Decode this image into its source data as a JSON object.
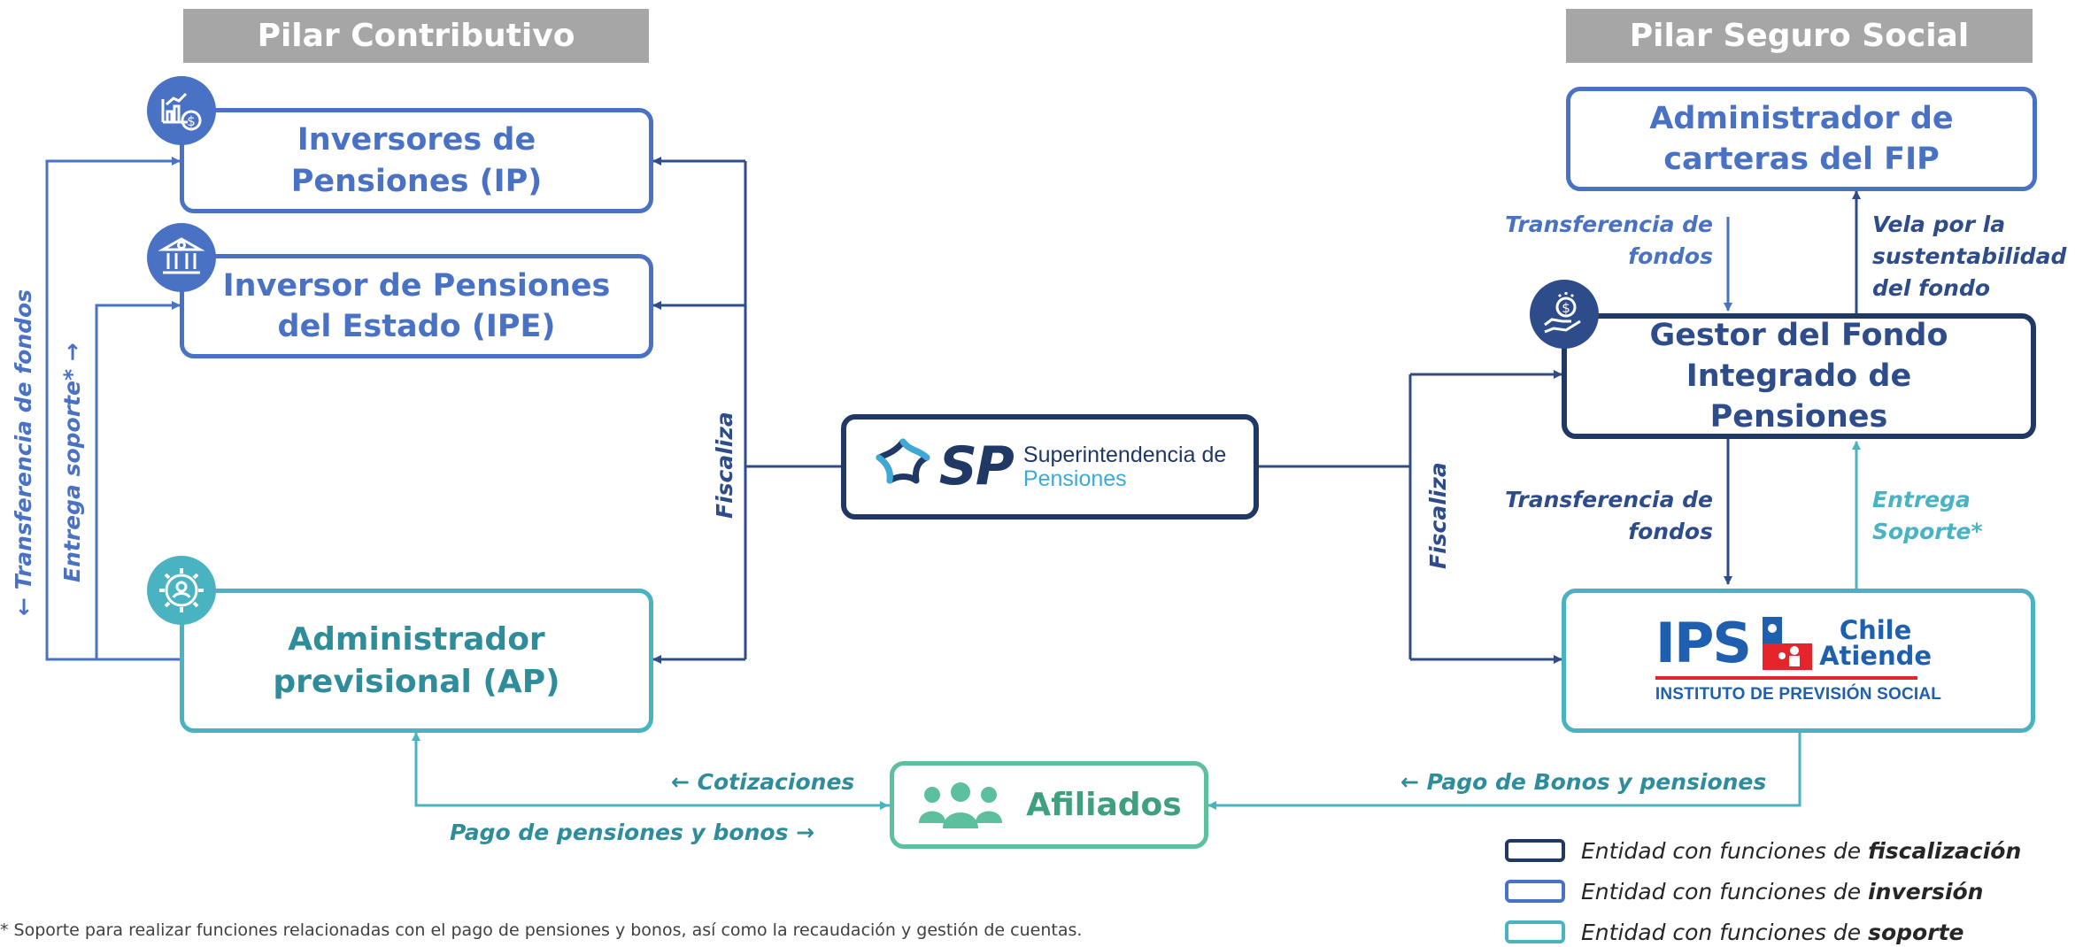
{
  "pillars": {
    "left": "Pilar Contributivo",
    "right": "Pilar Seguro Social"
  },
  "entities": {
    "ip": "Inversores de Pensiones (IP)",
    "ipe": "Inversor de Pensiones del Estado (IPE)",
    "ap": "Administrador previsional (AP)",
    "fip_admin": "Administrador de carteras del FIP",
    "gestor": "Gestor del Fondo Integrado de Pensiones",
    "afiliados": "Afiliados"
  },
  "sp_logo": {
    "acronym": "SP",
    "line1": "Superintendencia de",
    "line2": "Pensiones"
  },
  "ips_logo": {
    "acronym": "IPS",
    "chile": "Chile",
    "atiende": "Atiende",
    "full_name": "INSTITUTO DE PREVISIÓN SOCIAL"
  },
  "flow_labels": {
    "fiscaliza_left": "Fiscaliza",
    "fiscaliza_right": "Fiscaliza",
    "transferencia_fondos_left": "← Transferencia de fondos",
    "entrega_soporte_left": "Entrega soporte* →",
    "transferencia_fondos_top": "Transferencia de fondos",
    "vela_sustentabilidad": "Vela por la sustentabilidad del fondo",
    "transferencia_fondos_mid": "Transferencia de fondos",
    "entrega_soporte_right": "Entrega Soporte*",
    "cotizaciones": "← Cotizaciones",
    "pago_pensiones_bonos": "Pago de pensiones y bonos →",
    "pago_bonos_pensiones": "← Pago de Bonos y pensiones"
  },
  "legend": {
    "prefix": "Entidad con funciones de",
    "fiscalizacion": "fiscalización",
    "inversion": "inversión",
    "soporte": "soporte"
  },
  "footnote": "* Soporte para realizar funciones relacionadas con el pago de pensiones y bonos, así como la recaudación y gestión de cuentas.",
  "colors": {
    "fiscalizacion": "#203864",
    "inversion": "#4a72c4",
    "soporte": "#4ab3c2",
    "pillar_header": "#a6a6a6",
    "afiliados_green": "#5cbf9e"
  },
  "icons": [
    "chart-money-icon",
    "bank-icon",
    "gear-person-icon",
    "hand-coin-icon",
    "people-group-icon"
  ]
}
